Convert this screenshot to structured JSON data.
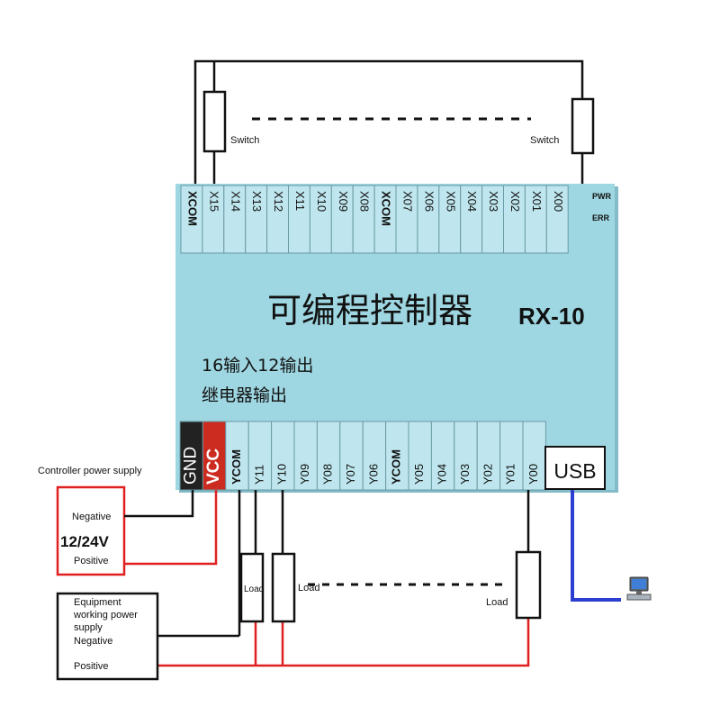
{
  "device": {
    "title_cn": "可编程控制器",
    "model": "RX-10",
    "desc_line1": "16输入12输出",
    "desc_line2": "继电器输出",
    "led_pwr": "PWR",
    "led_err": "ERR",
    "usb": "USB",
    "top_terminals": [
      "XCOM",
      "X15",
      "X14",
      "X13",
      "X12",
      "X11",
      "X10",
      "X09",
      "X08",
      "XCOM",
      "X07",
      "X06",
      "X05",
      "X04",
      "X03",
      "X02",
      "X01",
      "X00"
    ],
    "bottom_terminals": [
      "GND",
      "VCC",
      "YCOM",
      "Y11",
      "Y10",
      "Y09",
      "Y08",
      "Y07",
      "Y06",
      "YCOM",
      "Y05",
      "Y04",
      "Y03",
      "Y02",
      "Y01",
      "Y00"
    ]
  },
  "labels": {
    "switch_left": "Switch",
    "switch_right": "Switch",
    "controller_psu_title": "Controller power supply",
    "controller_negative": "Negative",
    "controller_voltage": "12/24V",
    "controller_positive": "Positive",
    "equipment_psu_title_1": "Equipment",
    "equipment_psu_title_2": "working power",
    "equipment_psu_title_3": "supply",
    "equipment_negative": "Negative",
    "equipment_positive": "Positive",
    "load_1": "Load",
    "load_2": "Load",
    "load_3": "Load"
  },
  "colors": {
    "panel": "#9ed6e1",
    "gnd_bg": "#222222",
    "gnd_text": "#ffffff",
    "vcc_bg": "#cc2b1f",
    "vcc_text": "#ffffff",
    "wire_black": "#111111",
    "wire_red": "#e02020",
    "wire_blue": "#2d3fd0"
  },
  "icons": {
    "computer": "computer-icon"
  }
}
